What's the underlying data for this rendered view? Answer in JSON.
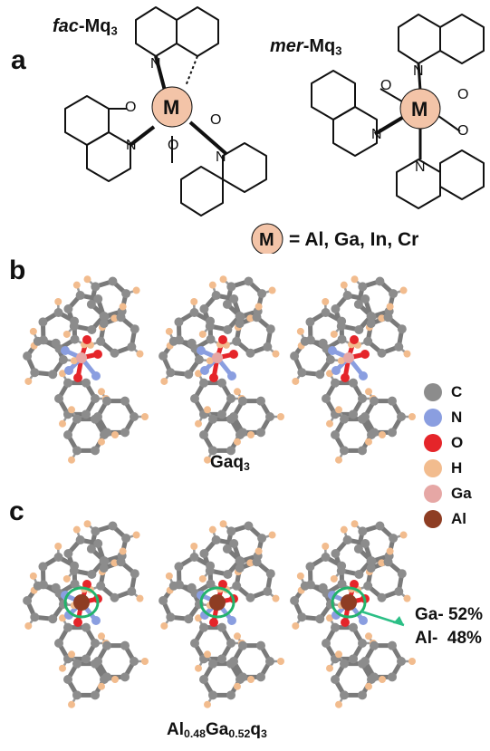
{
  "panels": {
    "a": "a",
    "b": "b",
    "c": "c"
  },
  "structures": {
    "fac_prefix": "fac",
    "fac_suffix": "-Mq",
    "fac_sub": "3",
    "mer_prefix": "mer",
    "mer_suffix": "-Mq",
    "mer_sub": "3",
    "metal_symbol": "M",
    "atom_O": "O",
    "atom_N": "N",
    "metal_key_text": "= Al, Ga, In, Cr"
  },
  "crystal": {
    "b_caption_main": "Gaq",
    "b_caption_sub": "3",
    "c_caption_al": "Al",
    "c_caption_al_sub": "0.48",
    "c_caption_ga": "Ga",
    "c_caption_ga_sub": "0.52",
    "c_caption_q": "q",
    "c_caption_q_sub": "3",
    "ga_percent": "Ga- 52%",
    "al_percent": "Al-  48%"
  },
  "legend": [
    {
      "label": "C",
      "color": "#8c8c8c"
    },
    {
      "label": "N",
      "color": "#8a9ee0"
    },
    {
      "label": "O",
      "color": "#e5252a"
    },
    {
      "label": "H",
      "color": "#f2bc8e"
    },
    {
      "label": "Ga",
      "color": "#e6a7a5"
    },
    {
      "label": "Al",
      "color": "#8e3d23"
    }
  ],
  "colors": {
    "metal_fill": "#f3c4a8",
    "highlight": "#22b36b",
    "arrow": "#2cbf86"
  }
}
